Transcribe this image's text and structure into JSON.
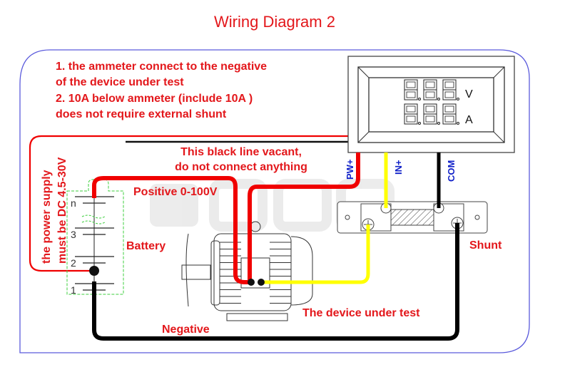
{
  "title": "Wiring Diagram 2",
  "notes": [
    "1. the ammeter connect to the negative",
    "of the device under test",
    "2. 10A below ammeter (include 10A )",
    "does not require external shunt"
  ],
  "labels": {
    "black_line_note_1": "This black line vacant,",
    "black_line_note_2": "do not connect anything",
    "power_supply_1": "the power supply",
    "power_supply_2": "must be DC 4.5-30V",
    "positive": "Positive 0-100V",
    "battery": "Battery",
    "shunt": "Shunt",
    "device_under_test": "The device under test",
    "negative": "Negative"
  },
  "meter": {
    "unit_top": "V",
    "unit_bottom": "A",
    "terminals": {
      "pw": "PW+",
      "in": "IN+",
      "com": "COM"
    }
  },
  "battery_cells": [
    "n",
    "3",
    "2",
    "1"
  ],
  "watermark": "KUOCO",
  "colors": {
    "title_red": "#e3171b",
    "wire_red": "#f00000",
    "wire_yellow": "#ffff00",
    "wire_black": "#000000",
    "terminal_blue": "#1020c8",
    "frame_blue": "#5a5adc",
    "battery_green": "#3ccf3c"
  }
}
